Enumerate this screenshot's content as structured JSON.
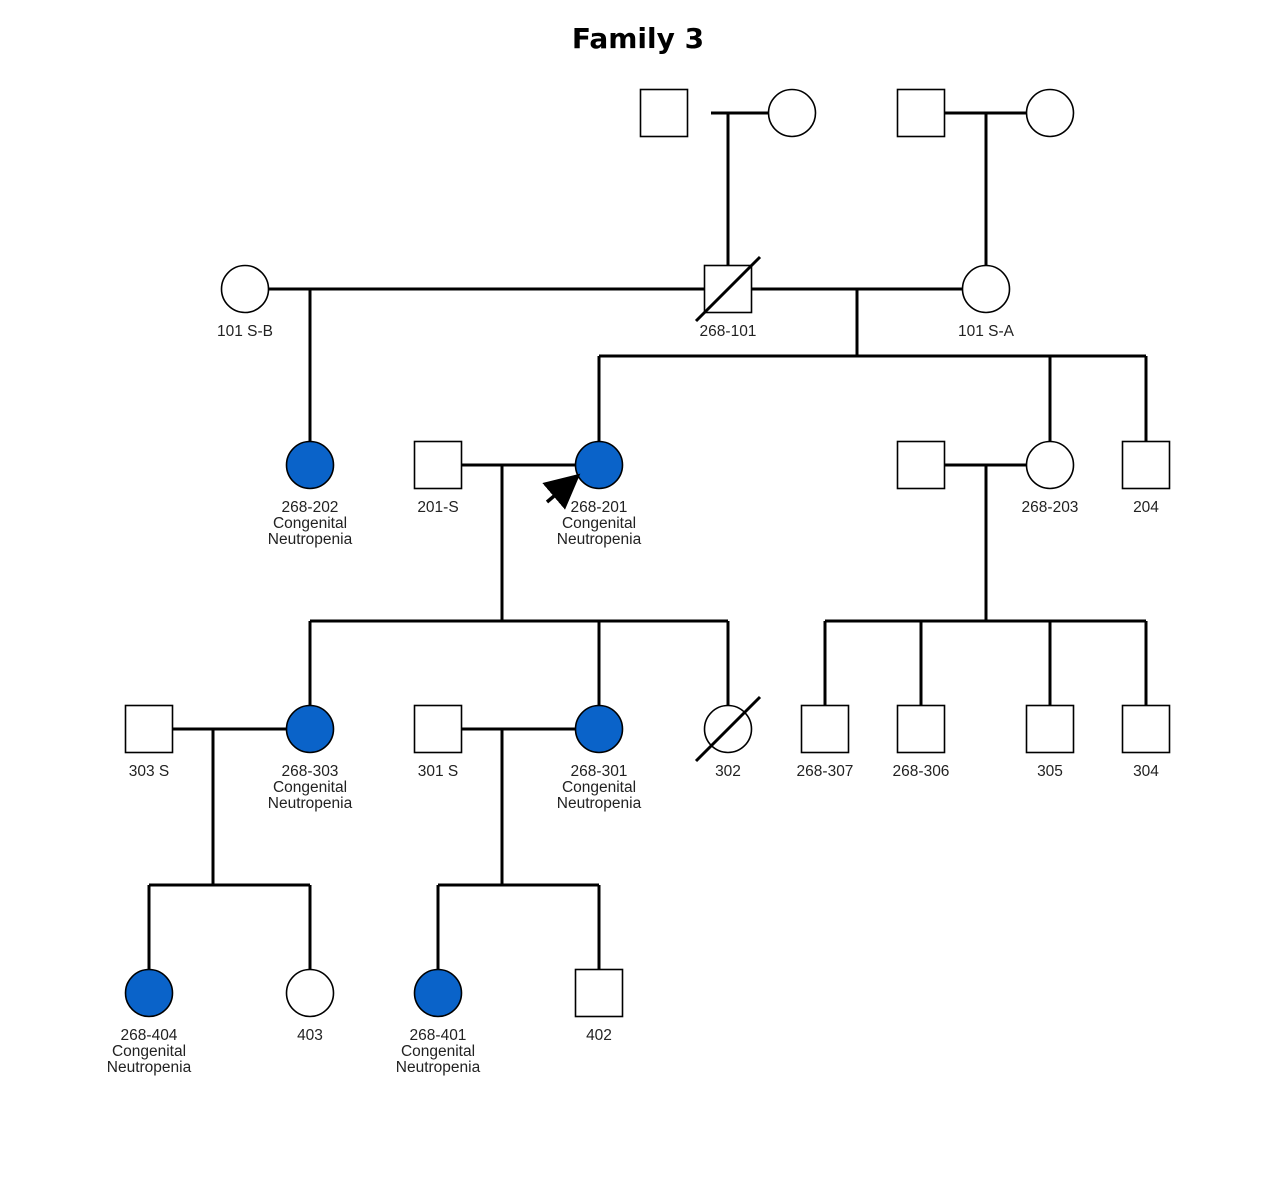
{
  "title": "Family 3",
  "colors": {
    "affected": "#0a63c9",
    "unaffected": "#ffffff",
    "line": "#000000",
    "label": "#222222"
  },
  "legend_text": {
    "condition": "Congenital Neutropenia"
  },
  "individuals": [
    {
      "id": "g1-pm",
      "sex": "male",
      "affected": false,
      "deceased": false,
      "label": []
    },
    {
      "id": "g1-pf",
      "sex": "female",
      "affected": false,
      "deceased": false,
      "label": []
    },
    {
      "id": "g1-mm",
      "sex": "male",
      "affected": false,
      "deceased": false,
      "label": []
    },
    {
      "id": "g1-mf",
      "sex": "female",
      "affected": false,
      "deceased": false,
      "label": []
    },
    {
      "id": "101-S-B",
      "sex": "female",
      "affected": false,
      "deceased": false,
      "label": [
        "101 S-B"
      ]
    },
    {
      "id": "268-101",
      "sex": "male",
      "affected": false,
      "deceased": true,
      "label": [
        "268-101"
      ]
    },
    {
      "id": "101-S-A",
      "sex": "female",
      "affected": false,
      "deceased": false,
      "label": [
        "101 S-A"
      ]
    },
    {
      "id": "268-202",
      "sex": "female",
      "affected": true,
      "deceased": false,
      "label": [
        "268-202",
        "Congenital",
        "Neutropenia"
      ]
    },
    {
      "id": "201-S",
      "sex": "male",
      "affected": false,
      "deceased": false,
      "label": [
        "201-S"
      ]
    },
    {
      "id": "268-201",
      "sex": "female",
      "affected": true,
      "deceased": false,
      "proband": true,
      "label": [
        "268-201",
        "Congenital",
        "Neutropenia"
      ]
    },
    {
      "id": "sp-203",
      "sex": "male",
      "affected": false,
      "deceased": false,
      "label": []
    },
    {
      "id": "268-203",
      "sex": "female",
      "affected": false,
      "deceased": false,
      "label": [
        "268-203"
      ]
    },
    {
      "id": "204",
      "sex": "male",
      "affected": false,
      "deceased": false,
      "label": [
        "204"
      ]
    },
    {
      "id": "303-S",
      "sex": "male",
      "affected": false,
      "deceased": false,
      "label": [
        "303 S"
      ]
    },
    {
      "id": "268-303",
      "sex": "female",
      "affected": true,
      "deceased": false,
      "label": [
        "268-303",
        "Congenital",
        "Neutropenia"
      ]
    },
    {
      "id": "301-S",
      "sex": "male",
      "affected": false,
      "deceased": false,
      "label": [
        "301 S"
      ]
    },
    {
      "id": "268-301",
      "sex": "female",
      "affected": true,
      "deceased": false,
      "label": [
        "268-301",
        "Congenital",
        "Neutropenia"
      ]
    },
    {
      "id": "302",
      "sex": "female",
      "affected": false,
      "deceased": true,
      "label": [
        "302"
      ]
    },
    {
      "id": "268-307",
      "sex": "male",
      "affected": false,
      "deceased": false,
      "label": [
        "268-307"
      ]
    },
    {
      "id": "268-306",
      "sex": "male",
      "affected": false,
      "deceased": false,
      "label": [
        "268-306"
      ]
    },
    {
      "id": "305",
      "sex": "male",
      "affected": false,
      "deceased": false,
      "label": [
        "305"
      ]
    },
    {
      "id": "304",
      "sex": "male",
      "affected": false,
      "deceased": false,
      "label": [
        "304"
      ]
    },
    {
      "id": "268-404",
      "sex": "female",
      "affected": true,
      "deceased": false,
      "label": [
        "268-404",
        "Congenital",
        "Neutropenia"
      ]
    },
    {
      "id": "403",
      "sex": "female",
      "affected": false,
      "deceased": false,
      "label": [
        "403"
      ]
    },
    {
      "id": "268-401",
      "sex": "female",
      "affected": true,
      "deceased": false,
      "label": [
        "268-401",
        "Congenital",
        "Neutropenia"
      ]
    },
    {
      "id": "402",
      "sex": "male",
      "affected": false,
      "deceased": false,
      "label": [
        "402"
      ]
    }
  ],
  "unions": [
    {
      "partners": [
        "g1-pm",
        "g1-pf"
      ],
      "children": [
        "268-101"
      ]
    },
    {
      "partners": [
        "g1-mm",
        "g1-mf"
      ],
      "children": [
        "101-S-A"
      ]
    },
    {
      "partners": [
        "101-S-B",
        "268-101"
      ],
      "children": [
        "268-202"
      ]
    },
    {
      "partners": [
        "268-101",
        "101-S-A"
      ],
      "children": [
        "268-201",
        "268-203",
        "204"
      ]
    },
    {
      "partners": [
        "201-S",
        "268-201"
      ],
      "children": [
        "268-303",
        "268-301",
        "302"
      ]
    },
    {
      "partners": [
        "sp-203",
        "268-203"
      ],
      "children": [
        "268-307",
        "268-306",
        "305",
        "304"
      ]
    },
    {
      "partners": [
        "303-S",
        "268-303"
      ],
      "children": [
        "268-404",
        "403"
      ]
    },
    {
      "partners": [
        "301-S",
        "268-301"
      ],
      "children": [
        "268-401",
        "402"
      ]
    }
  ]
}
